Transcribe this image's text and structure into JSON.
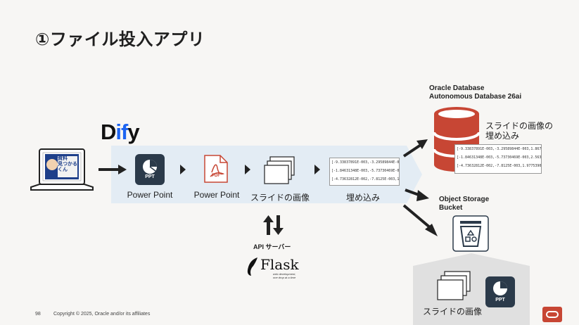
{
  "title": "①ファイル投入アプリ",
  "dify_logo": "Dify",
  "laptop_screen_text": [
    "資料",
    "見つかる",
    "くん"
  ],
  "pipeline": {
    "ppt_badge": "PPT",
    "pdf_badge": "PDF",
    "step1_label": "Power Point",
    "step2_label": "Power Point",
    "step3_label": "スライドの画像",
    "step4_label": "埋め込み"
  },
  "vectors": [
    "[-9.33837891E-003,-3.29589844E-003,1.86767",
    "[-1.84631348E-003,-5.73730469E-003,2.56347",
    "[-4.73632812E-002,-7.8125E-003,1.97753906E-"
  ],
  "oracle_db": {
    "title_line1": "Oracle Database",
    "title_line2": "Autonomous Database 26ai",
    "caption_line1": "スライドの画像の",
    "caption_line2": "埋め込み"
  },
  "object_storage": {
    "title_line1": "Object Storage",
    "title_line2": "Bucket",
    "caption": "スライドの画像",
    "ppt_badge": "PPT"
  },
  "api_server": {
    "label": "API サーバー",
    "flask_name": "Flask",
    "flask_tagline_1": "web development,",
    "flask_tagline_2": "one drop at a time"
  },
  "footer": {
    "page_number": "98",
    "copyright": "Copyright © 2025, Oracle and/or its affiliates"
  },
  "colors": {
    "oracle_red": "#c74634",
    "dify_blue": "#1c64f2",
    "band": "#e3ecf4",
    "icon_navy": "#2b3a4a"
  }
}
